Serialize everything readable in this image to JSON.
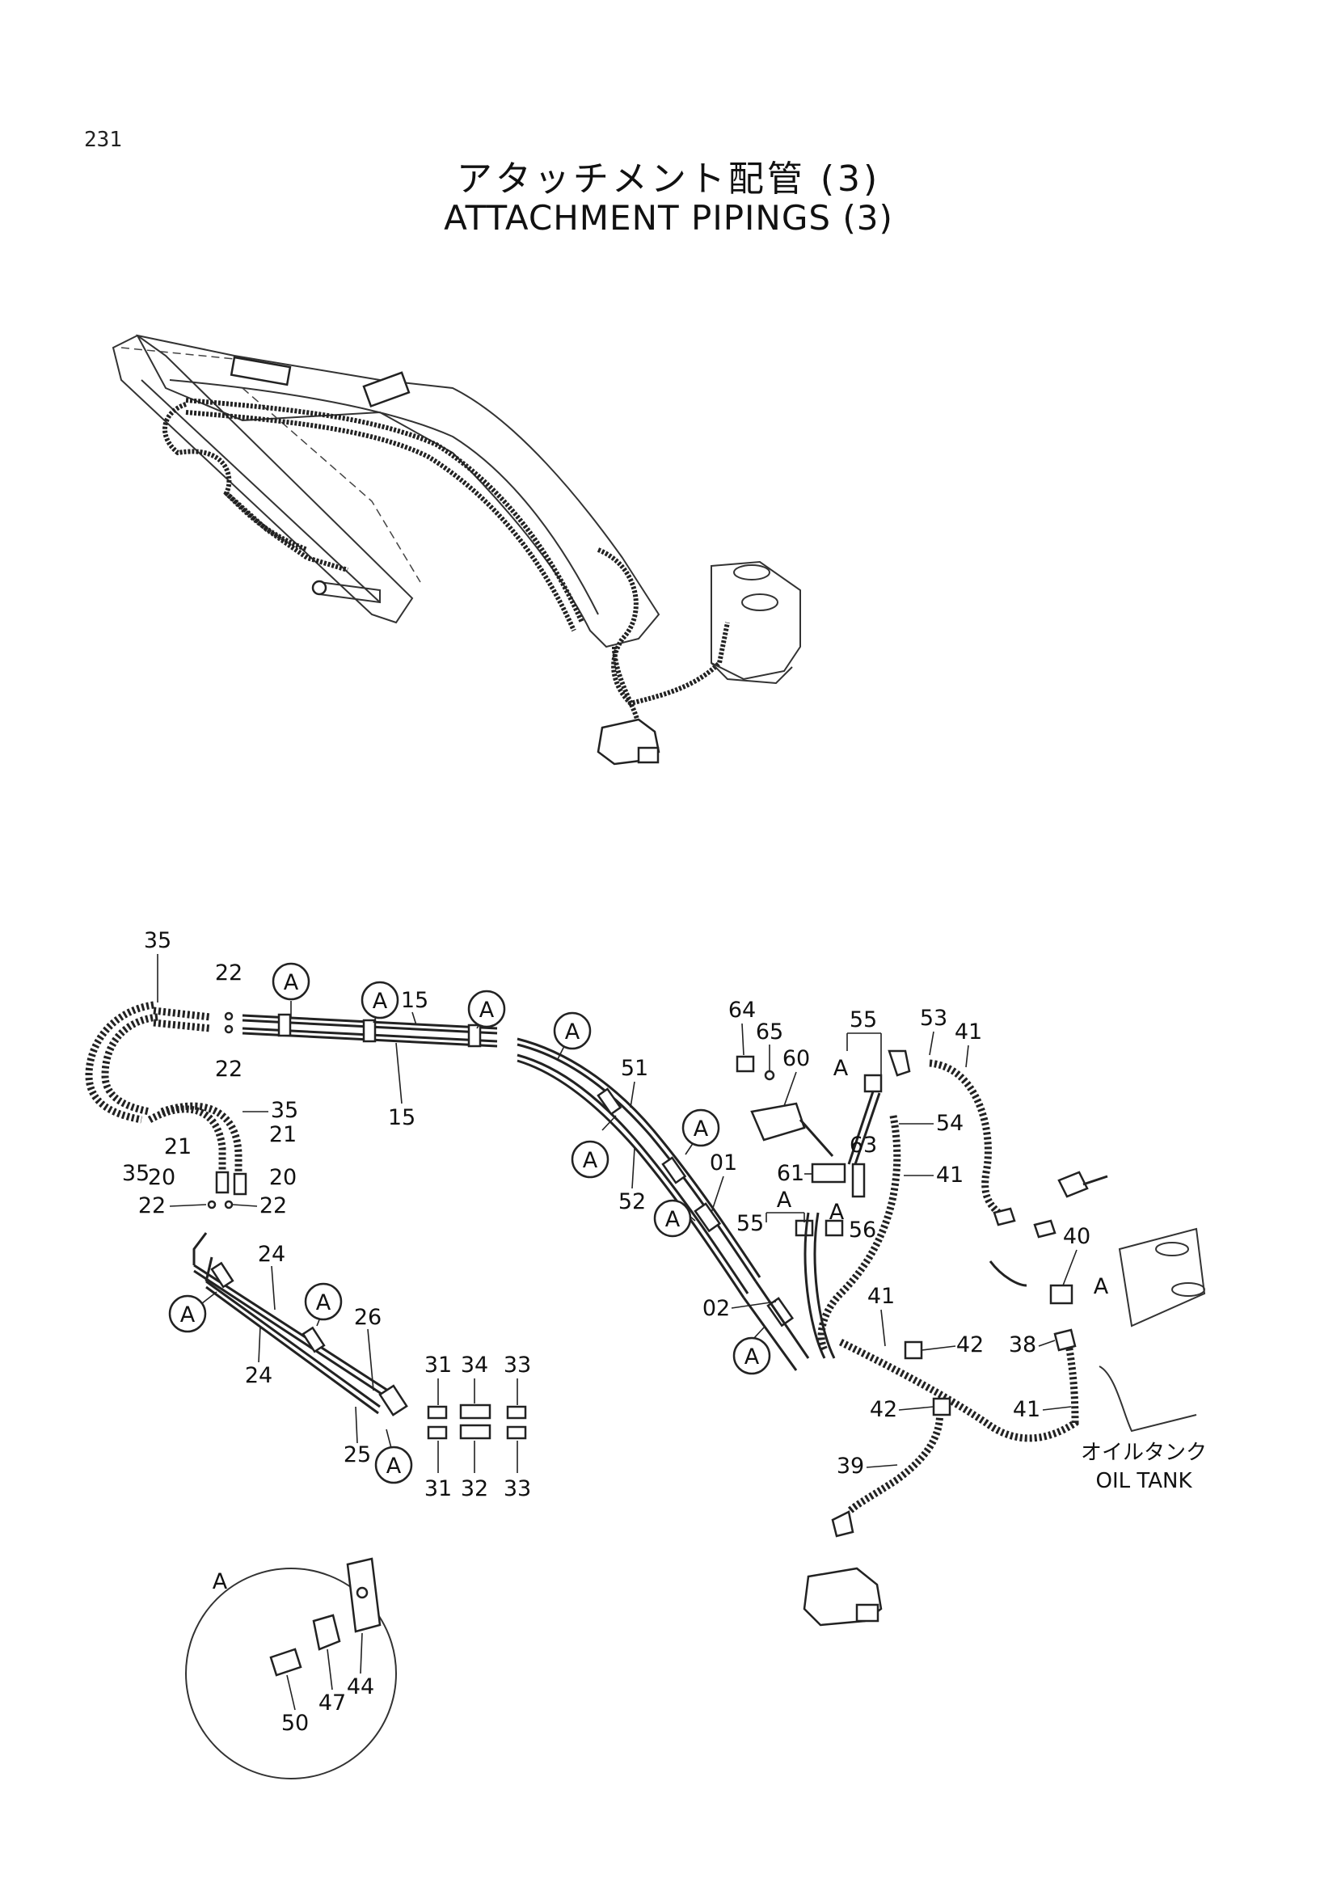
{
  "page": {
    "number": "231"
  },
  "title": {
    "jp": "アタッチメント配管 (3)",
    "en": "ATTACHMENT PIPINGS (3)"
  },
  "callout": {
    "marker": "A"
  },
  "part_labels": {
    "p01": "01",
    "p02": "02",
    "p15": "15",
    "p20": "20",
    "p21": "21",
    "p22": "22",
    "p24": "24",
    "p25": "25",
    "p26": "26",
    "p31": "31",
    "p32": "32",
    "p33": "33",
    "p34": "34",
    "p35": "35",
    "p38": "38",
    "p39": "39",
    "p40": "40",
    "p41": "41",
    "p42": "42",
    "p44": "44",
    "p47": "47",
    "p50": "50",
    "p51": "51",
    "p52": "52",
    "p53": "53",
    "p54": "54",
    "p55": "55",
    "p56": "56",
    "p60": "60",
    "p61": "61",
    "p63": "63",
    "p64": "64",
    "p65": "65"
  },
  "oil_tank": {
    "jp": "オイルタンク",
    "en": "OIL TANK"
  }
}
